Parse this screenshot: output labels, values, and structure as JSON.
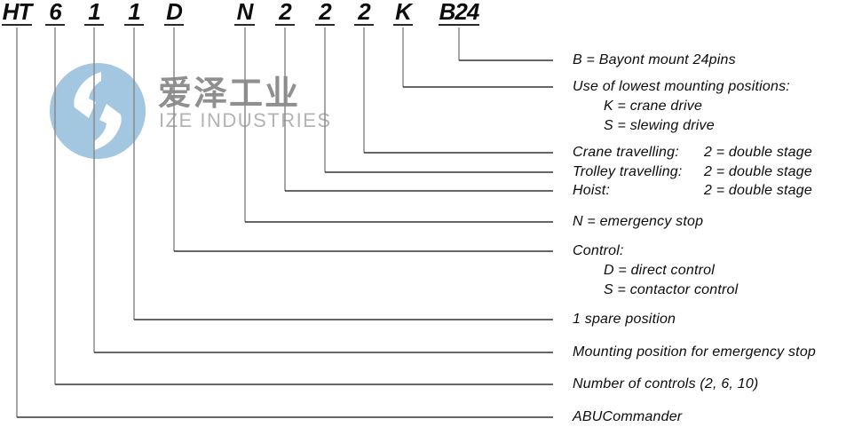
{
  "page": {
    "background": "#ffffff"
  },
  "watermark": {
    "cjk_text": "爱泽工业",
    "latin_text": "IZE INDUSTRIES",
    "logo_color": "#a3c6e1",
    "cjk_color": "#8f8f8f",
    "latin_color": "#b3b3b3"
  },
  "diagram": {
    "code_line_color": "#2a2a2a",
    "connector_color": "#3a3a3a",
    "segments": [
      {
        "code": "HT",
        "label": "ABUCommander"
      },
      {
        "code": "6",
        "label": "Number of controls (2, 6, 10)"
      },
      {
        "code": "1",
        "label": "Mounting position for emergency stop"
      },
      {
        "code": "1",
        "label": "1 spare position"
      },
      {
        "code": "D",
        "label": "Control:",
        "options": [
          "D = direct control",
          "S = contactor control"
        ]
      },
      {
        "code": "N",
        "label": "N = emergency stop"
      },
      {
        "code": "2",
        "label": "Hoist:",
        "value": "2 = double stage"
      },
      {
        "code": "2",
        "label": "Trolley travelling:",
        "value": "2 = double stage"
      },
      {
        "code": "2",
        "label": "Crane travelling:",
        "value": "2 = double stage"
      },
      {
        "code": "K",
        "label": "Use of lowest mounting positions:",
        "options": [
          "K = crane drive",
          "S = slewing drive"
        ]
      },
      {
        "code": "B24",
        "label": "B = Bayont mount 24pins"
      }
    ]
  }
}
